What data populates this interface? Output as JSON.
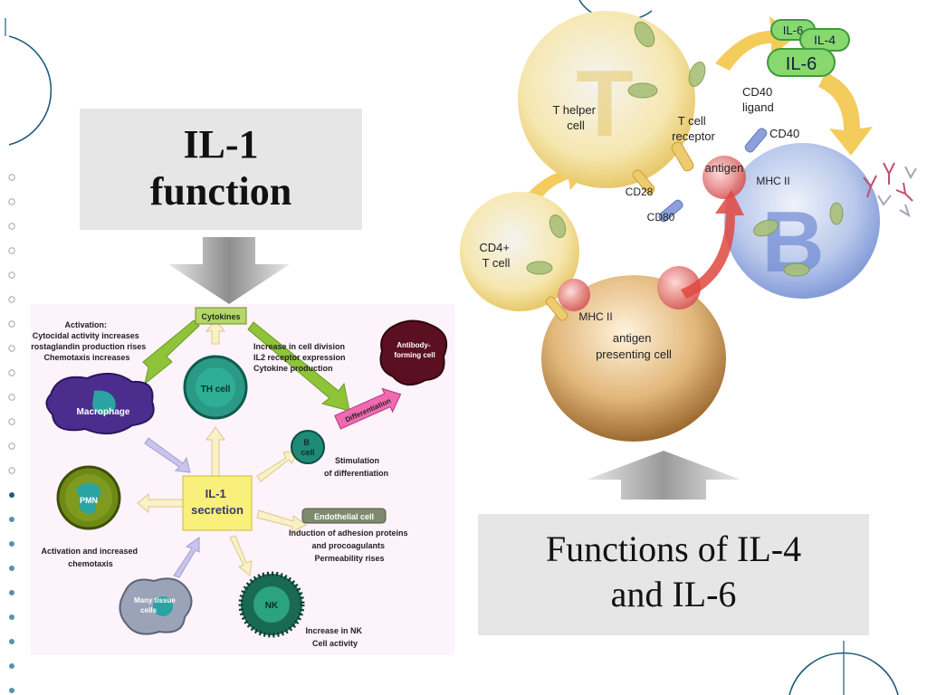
{
  "slide": {
    "colors": {
      "caption_bg": "#e6e6e6",
      "accent_blue": "#1f5d7a",
      "dot_gray": "#9aa9b5"
    }
  },
  "il1_caption": {
    "line1": "IL-1",
    "line2": "function"
  },
  "il46_caption": {
    "line1": "Functions of IL-4",
    "line2": "and IL-6"
  },
  "il1_diagram": {
    "cytokines": "Cytokines",
    "activation_text": [
      "Activation:",
      "Cytocidal activity increases",
      "Prostaglandin production rises",
      "Chemotaxis increases"
    ],
    "macrophage": "Macrophage",
    "th_cell": "TH cell",
    "th_text": [
      "Increase in cell division",
      "IL2 receptor expression",
      "Cytokine production"
    ],
    "antibody_cell": [
      "Antibody-",
      "forming cell"
    ],
    "differentiation": "Differentiation",
    "b_cell": [
      "B",
      "cell"
    ],
    "stimulation": [
      "Stimulation",
      "of differentiation"
    ],
    "pmn": "PMN",
    "secretion": [
      "IL-1",
      "secretion"
    ],
    "pmn_text": [
      "Activation and increased",
      "chemotaxis"
    ],
    "endothelial": "Endothelial cell",
    "endothelial_text": [
      "Induction of adhesion proteins",
      "and procoagulants",
      "Permeability rises"
    ],
    "tissue": [
      "Many tissue",
      "cells"
    ],
    "nk": "NK",
    "nk_text": [
      "Increase in NK",
      "Cell activity"
    ]
  },
  "il46_diagram": {
    "badge_il6_small": "IL-6",
    "badge_il4": "IL-4",
    "badge_il6_large": "IL-6",
    "cd40_ligand": [
      "CD40",
      "ligand"
    ],
    "cd40": "CD40",
    "t_helper": [
      "T helper",
      "cell"
    ],
    "tcr": [
      "T cell",
      "receptor"
    ],
    "antigen": "antigen",
    "mhc2_b": "MHC II",
    "cd28": "CD28",
    "cd80": "CD80",
    "cd4": [
      "CD4+",
      "T cell"
    ],
    "mhc2_apc": "MHC II",
    "apc": [
      "antigen",
      "presenting cell"
    ],
    "b_letter": "B",
    "t_letter": "T"
  }
}
